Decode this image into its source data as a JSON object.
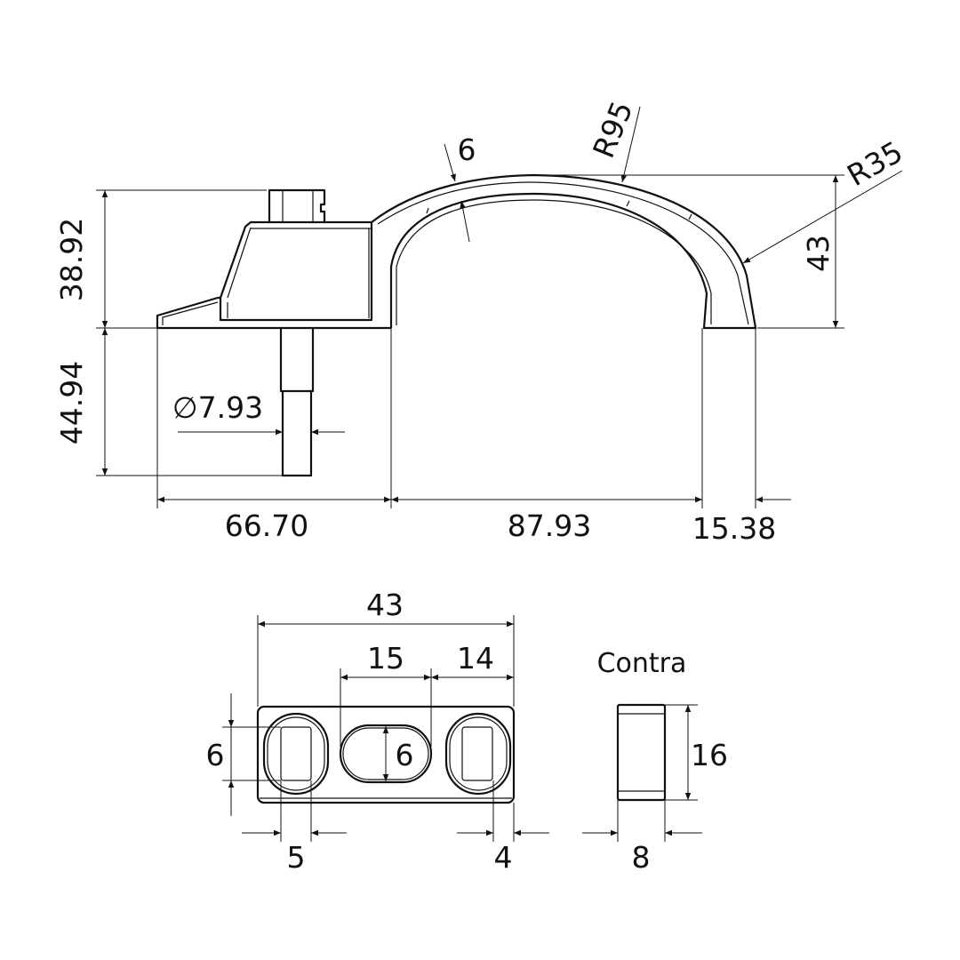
{
  "side_view": {
    "dim_height_top": "38.92",
    "dim_height_bottom": "44.94",
    "dim_diameter": "∅7.93",
    "dim_left": "66.70",
    "dim_middle": "87.93",
    "dim_right": "15.38",
    "dim_arch_height": "43",
    "dim_radius_large": "R95",
    "dim_radius_small": "R35",
    "dim_thickness": "6"
  },
  "plate_view": {
    "dim_width": "43",
    "dim_slot_width": "15",
    "dim_slot_offset": "14",
    "dim_left_height": "6",
    "dim_slot_height": "6",
    "dim_left_slot": "5",
    "dim_right_margin": "4"
  },
  "contra_view": {
    "label": "Contra",
    "dim_height": "16",
    "dim_width": "8"
  }
}
